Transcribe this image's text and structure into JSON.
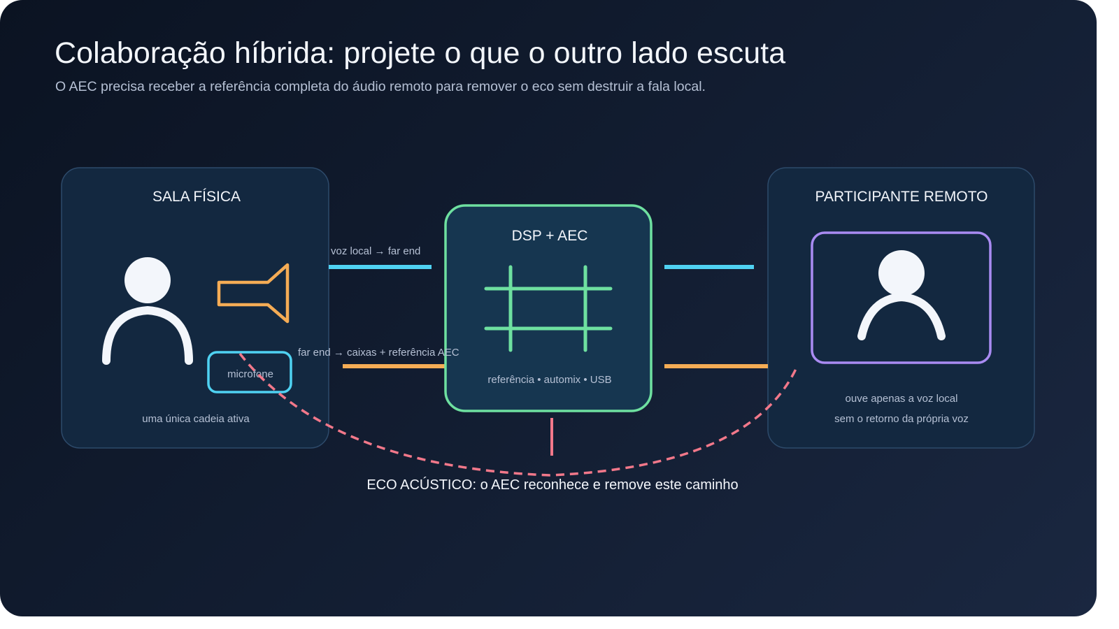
{
  "header": {
    "title": "Colaboração híbrida: projete o que o outro lado escuta",
    "subtitle": "O AEC precisa receber a referência completa do áudio remoto para remover o eco sem destruir a fala local."
  },
  "room": {
    "title": "SALA FÍSICA",
    "mic_label": "microfone",
    "caption": "uma única cadeia ativa"
  },
  "dsp": {
    "title": "DSP + AEC",
    "caption": "referência • automix • USB"
  },
  "remote": {
    "title": "PARTICIPANTE REMOTO",
    "caption_line1": "ouve apenas a voz local",
    "caption_line2": "sem o retorno da própria voz"
  },
  "flows": {
    "local_to_far": "voz local → far end",
    "far_to_room": "far end → caixas + referência AEC"
  },
  "echo": {
    "label": "ECO ACÚSTICO: o AEC reconhece e remove este caminho"
  },
  "colors": {
    "local_voice": "#4fd2f2",
    "far_end": "#f5ac55",
    "dsp": "#6ee0a0",
    "remote": "#a98bf2",
    "echo": "#f2788a",
    "panel": "#132840",
    "panel_border": "#2d4a6a"
  },
  "icons": [
    "person-icon",
    "speaker-icon",
    "dsp-grid-icon",
    "remote-person-icon"
  ]
}
